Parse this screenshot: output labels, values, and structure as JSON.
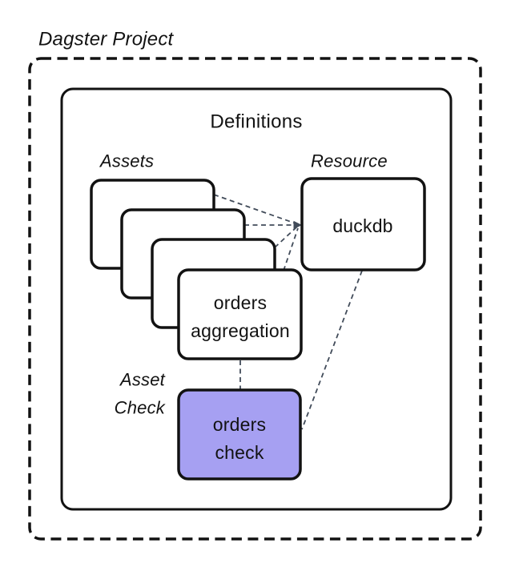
{
  "diagram": {
    "title": "Dagster Project",
    "definitions_label": "Definitions",
    "groups": {
      "assets_label": "Assets",
      "resource_label": "Resource",
      "asset_check_line1": "Asset",
      "asset_check_line2": "Check"
    },
    "nodes": {
      "orders_aggregation": {
        "line1": "orders",
        "line2": "aggregation"
      },
      "duckdb": {
        "label": "duckdb"
      },
      "orders_check": {
        "line1": "orders",
        "line2": "check"
      }
    },
    "edges": [
      {
        "from": "asset-card-1",
        "to": "duckdb",
        "style": "dashed",
        "arrow": true
      },
      {
        "from": "asset-card-2",
        "to": "duckdb",
        "style": "dashed",
        "arrow": true
      },
      {
        "from": "asset-card-3",
        "to": "duckdb",
        "style": "dashed",
        "arrow": true
      },
      {
        "from": "orders-aggregation",
        "to": "duckdb",
        "style": "dashed",
        "arrow": true
      },
      {
        "from": "orders-aggregation",
        "to": "orders-check",
        "style": "dashed",
        "arrow": false
      },
      {
        "from": "duckdb",
        "to": "orders-check",
        "style": "dashed",
        "arrow": false
      }
    ],
    "colors": {
      "stroke": "#121212",
      "connector": "#414b59",
      "asset_check_fill": "#a6a0f2",
      "node_fill": "#ffffff"
    }
  }
}
